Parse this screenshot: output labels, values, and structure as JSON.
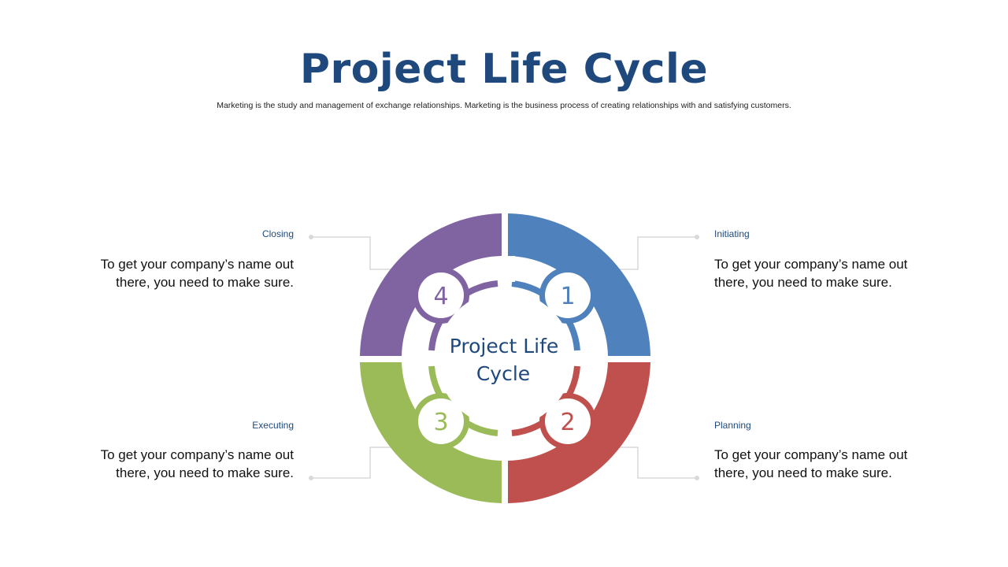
{
  "title": "Project Life Cycle",
  "subtitle": "Marketing is the study and management of exchange relationships. Marketing is the  business process of creating relationships with and satisfying customers.",
  "center": {
    "line1": "Project Life",
    "line2": "Cycle"
  },
  "stages": [
    {
      "number": "1",
      "label": "Initiating",
      "text": "To get your company’s name out there, you need to make sure.",
      "color": "#4f81bd"
    },
    {
      "number": "2",
      "label": "Planning",
      "text": "To get your company’s name out there, you need to make sure.",
      "color": "#c0504d"
    },
    {
      "number": "3",
      "label": "Executing",
      "text": "To get your company’s name out there, you need to make sure.",
      "color": "#9bbb59"
    },
    {
      "number": "4",
      "label": "Closing",
      "text": "To get your company’s name out there, you need to make sure.",
      "color": "#8064a2"
    }
  ],
  "colors": {
    "title": "#1f497d",
    "connector": "#d9d9d9"
  }
}
